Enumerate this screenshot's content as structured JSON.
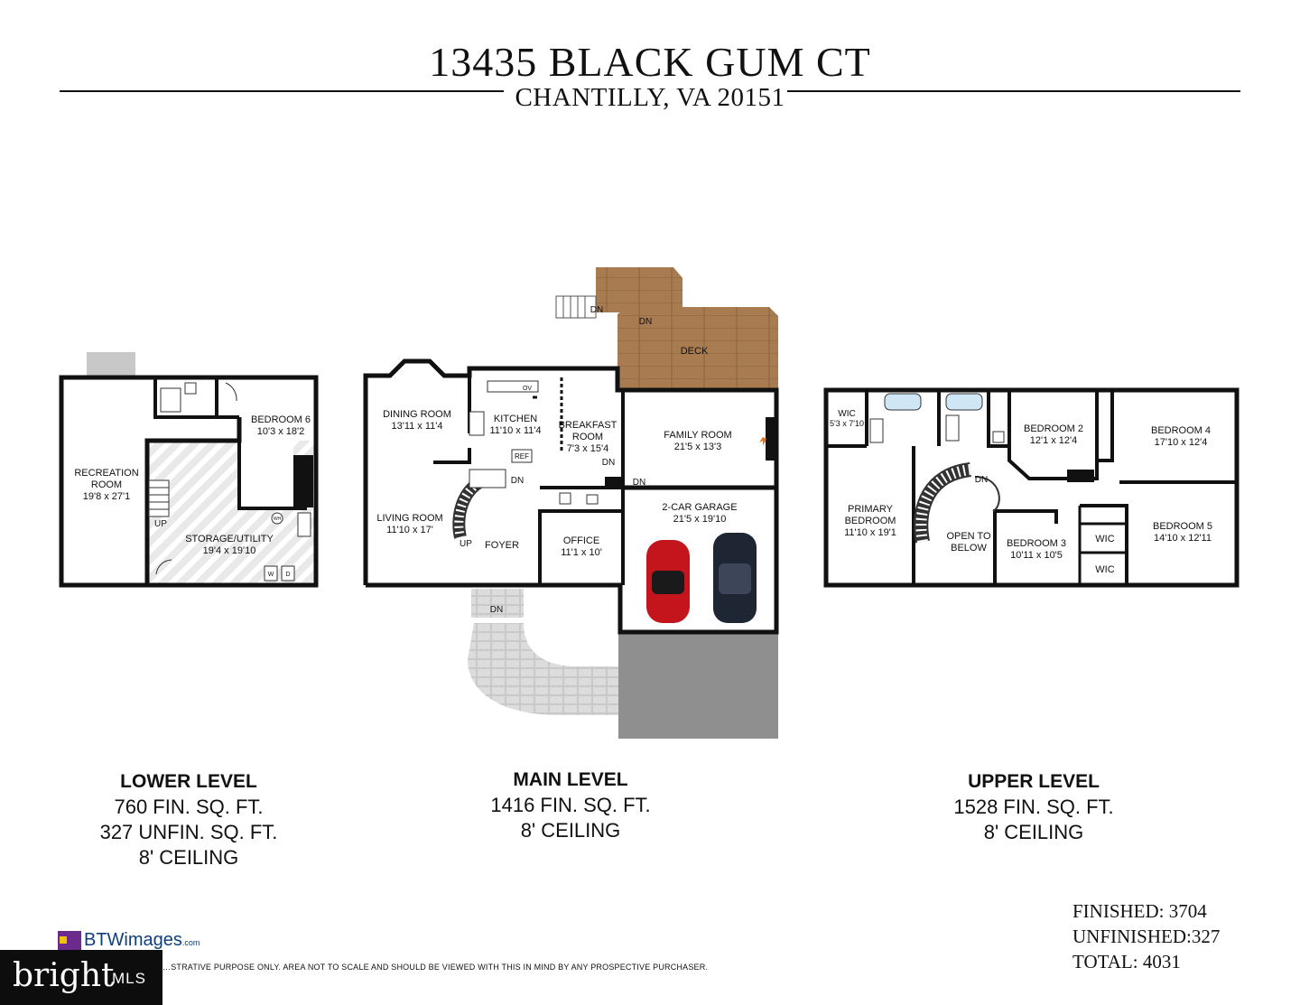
{
  "header": {
    "title": "13435 BLACK GUM CT",
    "subtitle": "CHANTILLY, VA 20151"
  },
  "levels": [
    {
      "name": "LOWER LEVEL",
      "lines": [
        "760 FIN. SQ. FT.",
        "327 UNFIN. SQ. FT.",
        "8' CEILING"
      ]
    },
    {
      "name": "MAIN LEVEL",
      "lines": [
        "1416 FIN. SQ. FT.",
        "8' CEILING"
      ]
    },
    {
      "name": "UPPER LEVEL",
      "lines": [
        "1528 FIN. SQ. FT.",
        "8' CEILING"
      ]
    }
  ],
  "lower_rooms": {
    "bedroom6": "BEDROOM 6",
    "bedroom6_dim": "10'3 x 18'2",
    "rec1": "RECREATION",
    "rec2": "ROOM",
    "rec_dim": "19'8 x 27'1",
    "storage": "STORAGE/UTILITY",
    "storage_dim": "19'4 x 19'10",
    "up": "UP",
    "wh": "WH",
    "w": "W",
    "d": "D"
  },
  "main_rooms": {
    "dining": "DINING ROOM",
    "dining_dim": "13'11 x 11'4",
    "kitchen": "KITCHEN",
    "kitchen_dim": "11'10 x 11'4",
    "breakfast1": "BREAKFAST",
    "breakfast2": "ROOM",
    "breakfast_dim": "7'3 x 15'4",
    "family": "FAMILY ROOM",
    "family_dim": "21'5 x 13'3",
    "living": "LIVING ROOM",
    "living_dim": "11'10 x 17'",
    "foyer": "FOYER",
    "office": "OFFICE",
    "office_dim": "11'1 x 10'",
    "garage": "2-CAR GARAGE",
    "garage_dim": "21'5 x 19'10",
    "deck": "DECK",
    "ref": "REF",
    "ov": "OV",
    "dn": "DN",
    "up": "UP"
  },
  "upper_rooms": {
    "wic_small": "WIC",
    "wic_small_dim": "5'3 x 7'10",
    "primary1": "PRIMARY",
    "primary2": "BEDROOM",
    "primary_dim": "11'10 x 19'1",
    "bedroom2": "BEDROOM 2",
    "bedroom2_dim": "12'1 x 12'4",
    "bedroom4": "BEDROOM 4",
    "bedroom4_dim": "17'10 x 12'4",
    "open1": "OPEN TO",
    "open2": "BELOW",
    "bedroom3": "BEDROOM 3",
    "bedroom3_dim": "10'11 x 10'5",
    "bedroom5": "BEDROOM 5",
    "bedroom5_dim": "14'10 x 12'11",
    "wic": "WIC",
    "dn": "DN"
  },
  "totals": {
    "finished": "FINISHED: 3704",
    "unfinished": "UNFINISHED:327",
    "total": "TOTAL: 4031"
  },
  "footer": {
    "disclaimer": "…STRATIVE PURPOSE ONLY. AREA NOT TO SCALE AND SHOULD BE VIEWED WITH THIS IN MIND BY ANY PROSPECTIVE PURCHASER.",
    "btw_brand": "BTWimages",
    "btw_suffix": ".com",
    "bright": "bright",
    "mls": "MLS"
  },
  "colors": {
    "wall": "#111111",
    "deck": "#a87b50",
    "driveway": "#8f8f8f",
    "storage": "#e6e6e6",
    "car_red": "#c4151c",
    "car_dark": "#1f2633"
  }
}
